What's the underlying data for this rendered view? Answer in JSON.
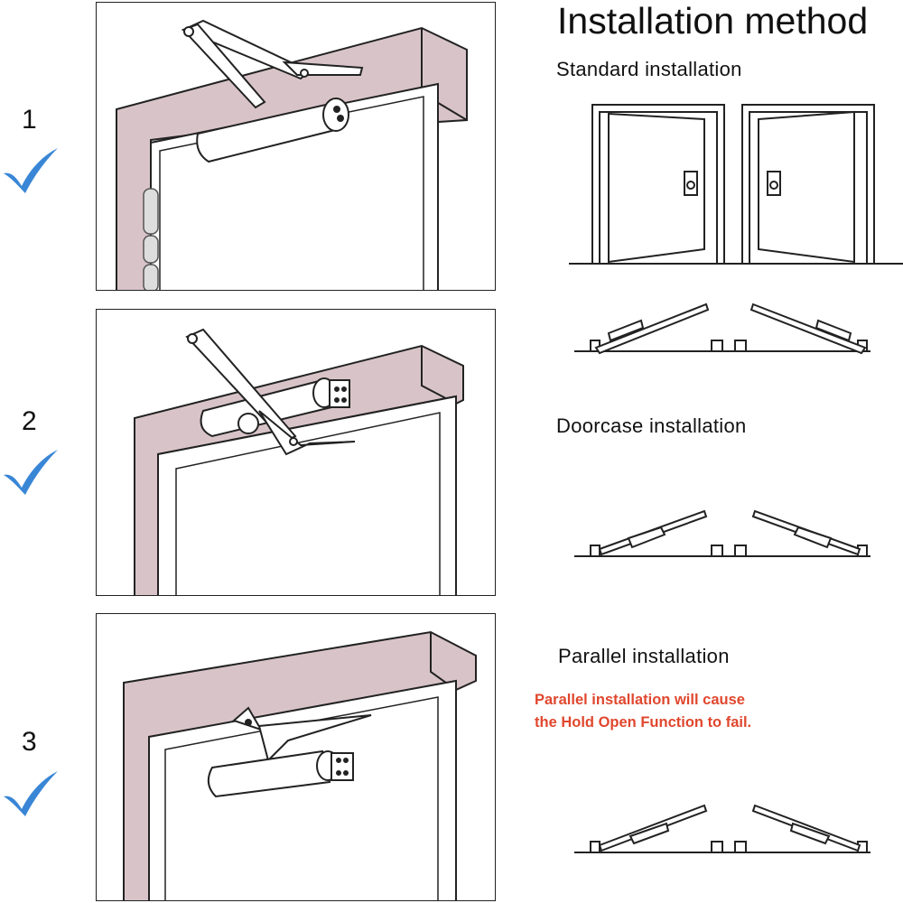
{
  "title": "Installation method",
  "steps": [
    {
      "number": "1",
      "checked": true
    },
    {
      "number": "2",
      "checked": true
    },
    {
      "number": "3",
      "checked": true
    }
  ],
  "methods": [
    {
      "label": "Standard installation"
    },
    {
      "label": "Doorcase installation"
    },
    {
      "label": "Parallel installation"
    }
  ],
  "warning": {
    "line1": "Parallel installation will cause",
    "line2": "the Hold Open Function to fail."
  },
  "colors": {
    "frame_fill": "#d8c4c8",
    "check": "#3a86d6",
    "warning": "#e0472e",
    "line": "#222222"
  },
  "icons": [
    "check-icon",
    "door-closer-icon",
    "door-icon",
    "door-plan-icon"
  ]
}
